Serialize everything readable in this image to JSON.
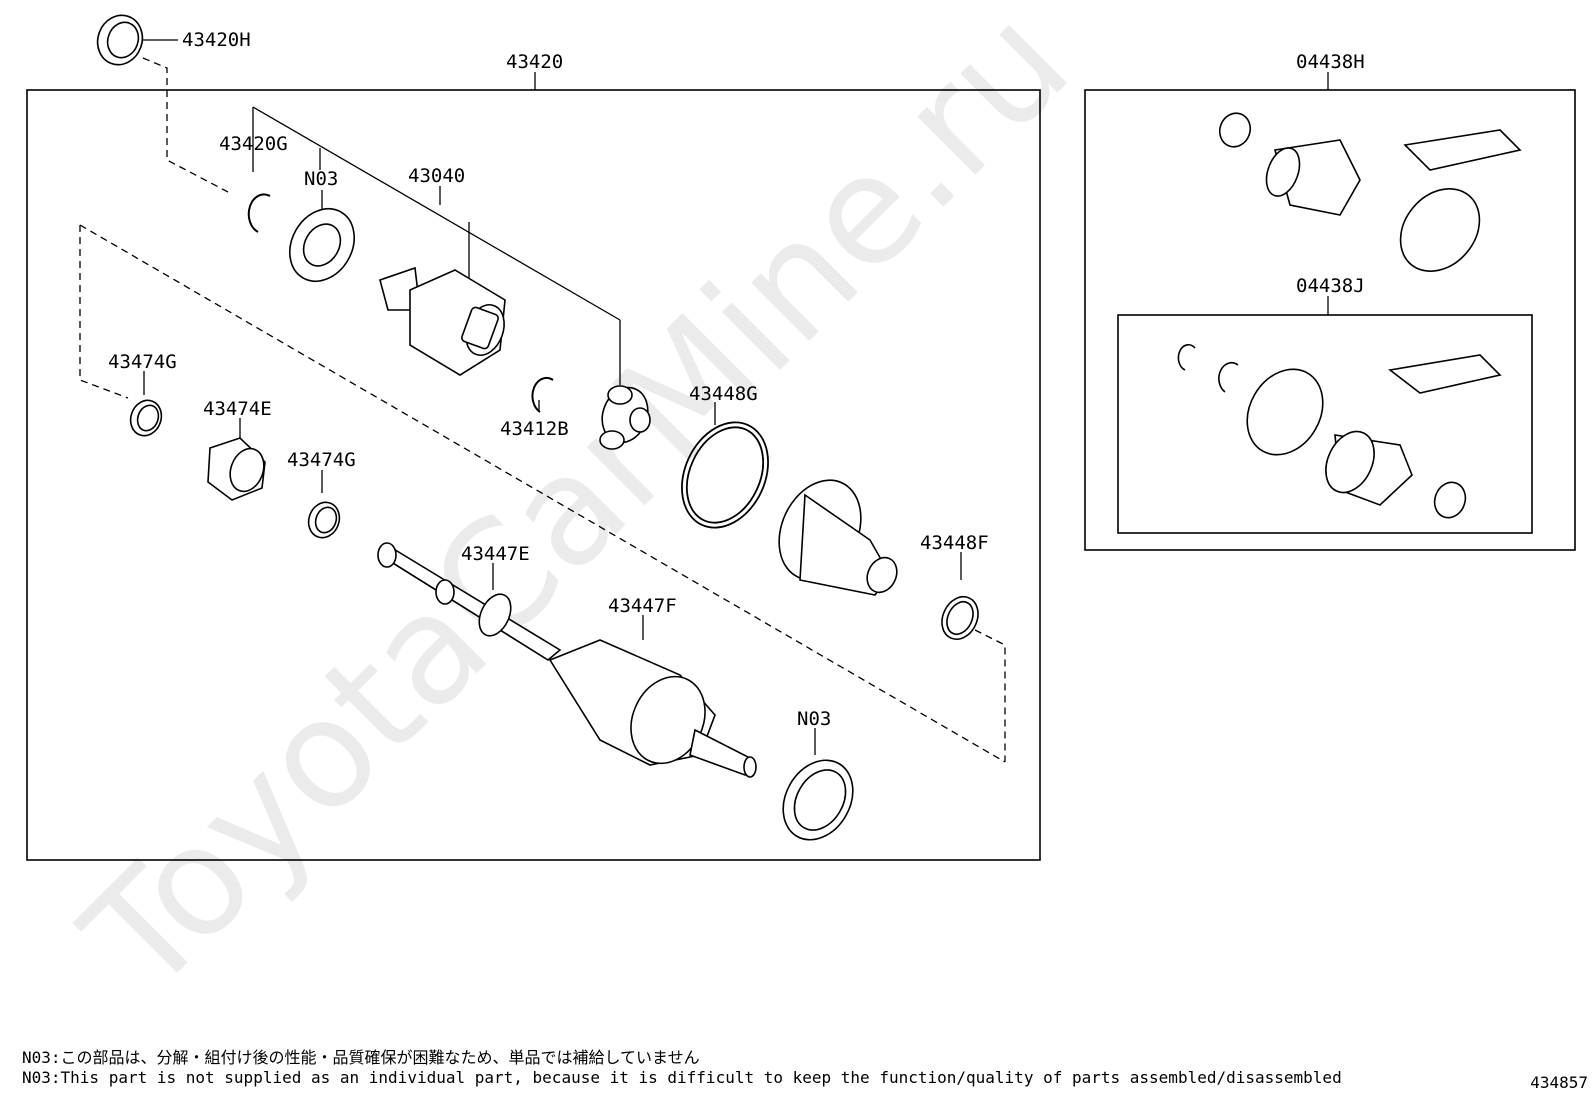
{
  "watermark": "ToyotaCarMine.ru",
  "labels": {
    "p43420H": "43420H",
    "p43420": "43420",
    "p43420G": "43420G",
    "pN03a": "N03",
    "p43040": "43040",
    "p43474G_a": "43474G",
    "p43474E": "43474E",
    "p43474G_b": "43474G",
    "p43412B": "43412B",
    "p43448G": "43448G",
    "p43447E": "43447E",
    "p43447F": "43447F",
    "p43448F": "43448F",
    "pN03b": "N03",
    "p04438H": "04438H",
    "p04438J": "04438J"
  },
  "notes": {
    "jp": "N03:この部品は、分解・組付け後の性能・品質確保が困難なため、単品では補給していません",
    "en": "N03:This part is not supplied as an individual part, because it is difficult to keep the function/quality of parts assembled/disassembled"
  },
  "diagram_code": "434857"
}
